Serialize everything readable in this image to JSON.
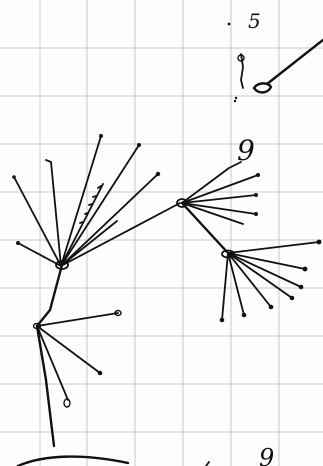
{
  "annotations": {
    "top_mark": "5",
    "mid_mark": "9",
    "bottom_mark": "9"
  },
  "colors": {
    "grid": "#c9c9c9",
    "ink": "#111111",
    "paper": "#fdfdfd"
  }
}
